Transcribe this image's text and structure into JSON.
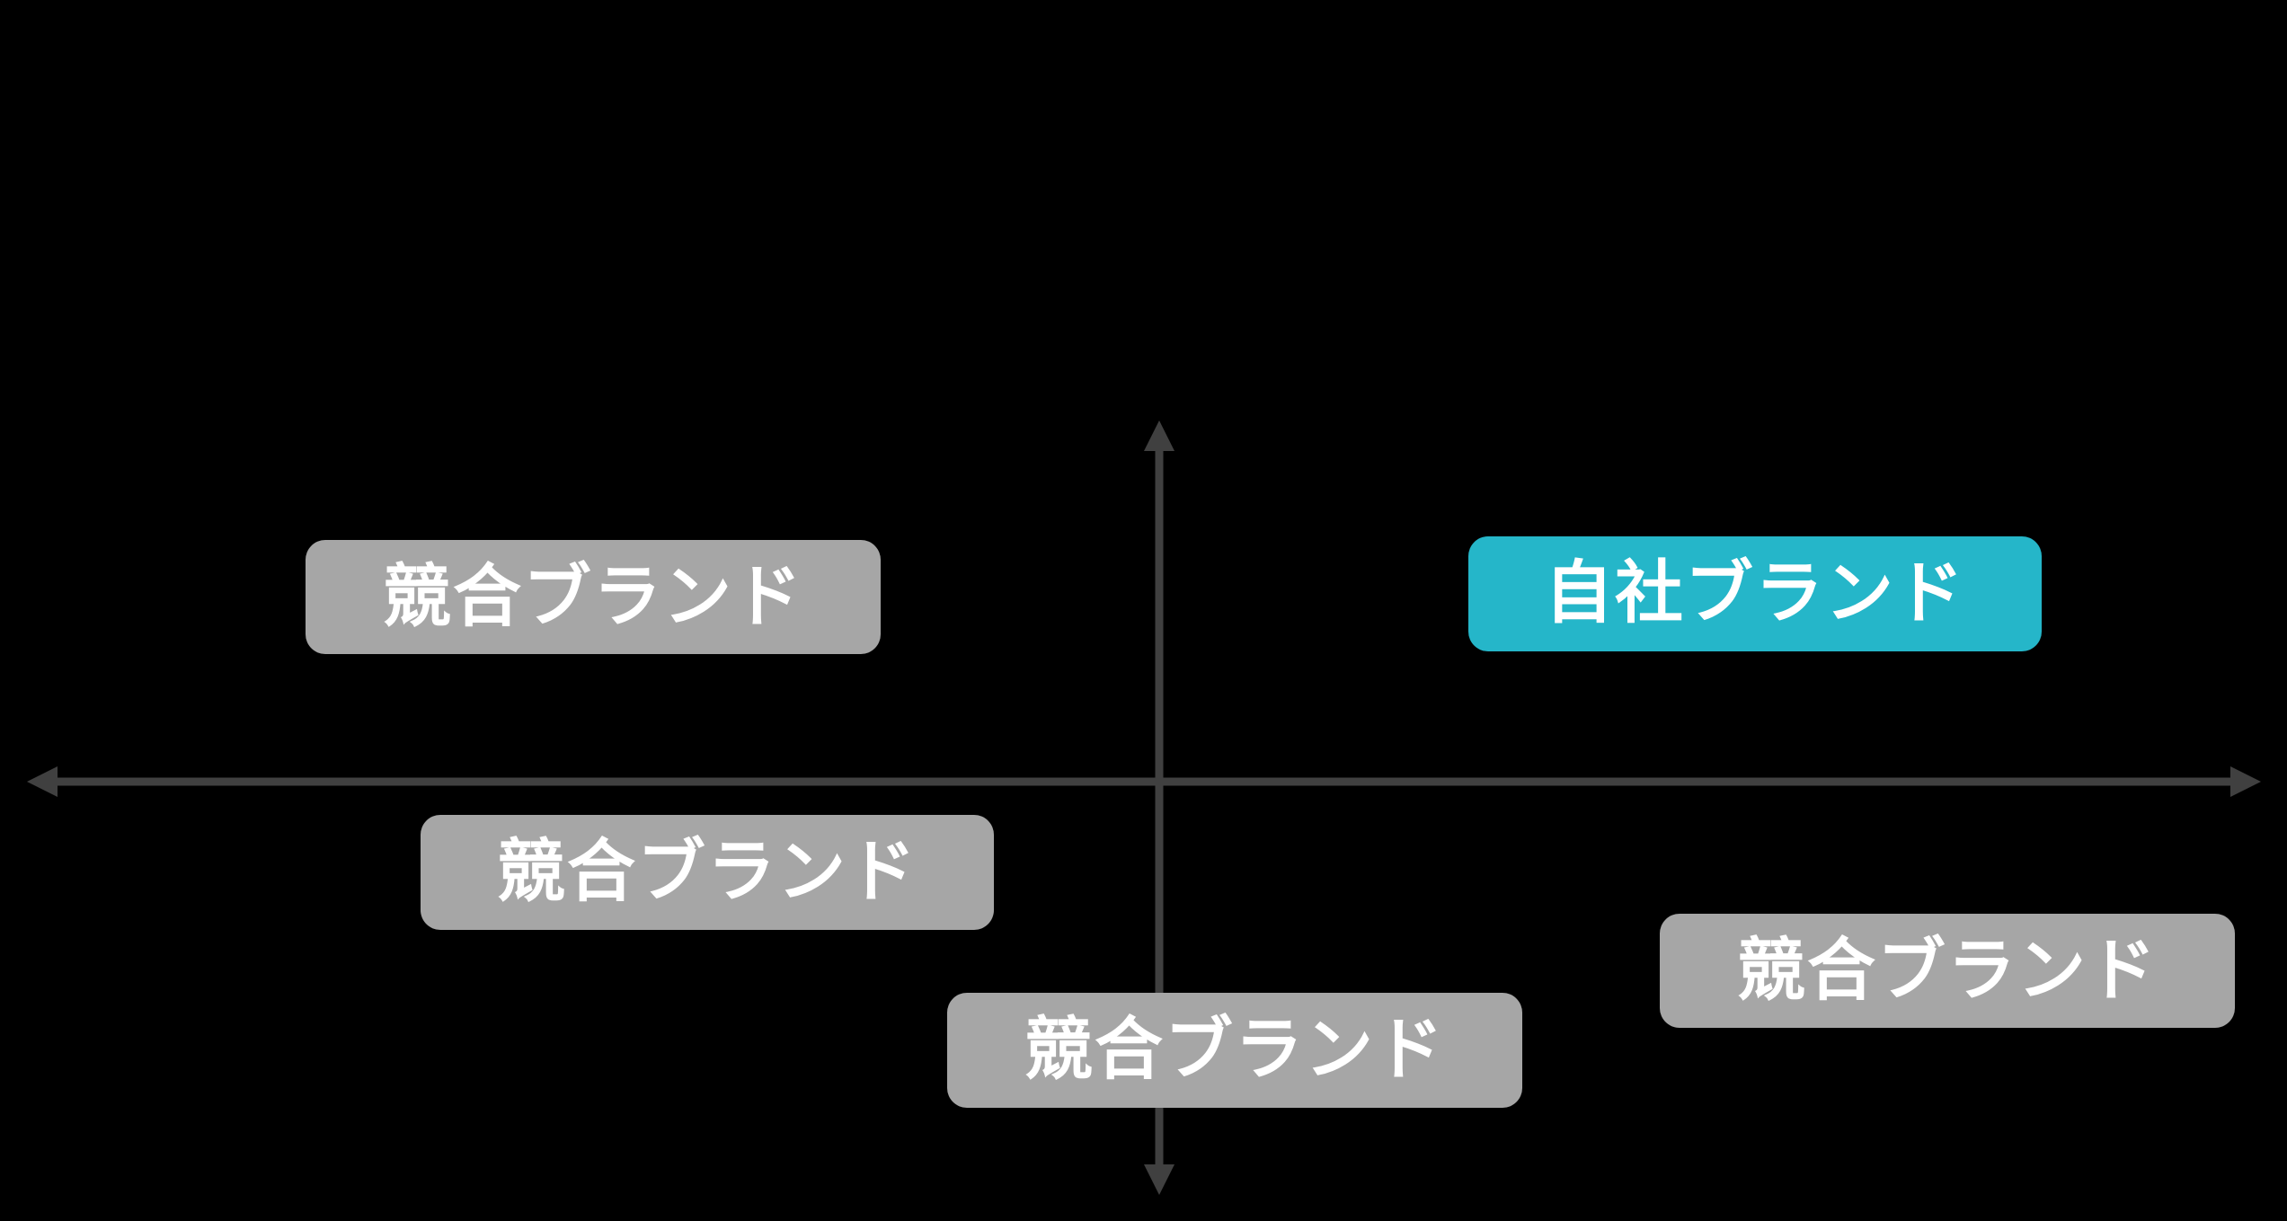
{
  "diagram": {
    "type": "positioning-map",
    "background_color": "#000000",
    "axes": {
      "color": "#404040",
      "shape": "cross-with-four-arrowheads"
    },
    "colors": {
      "competitor_fill": "#A6A6A6",
      "own_brand_fill": "#25B6C9",
      "label_text": "#FFFFFF"
    },
    "boxes": [
      {
        "label": "競合ブランド",
        "role": "competitor-brand",
        "position": "upper-left",
        "fill": "#A6A6A6",
        "text_color": "#FFFFFF"
      },
      {
        "label": "自社ブランド",
        "role": "own-brand",
        "position": "upper-right",
        "fill": "#25B6C9",
        "text_color": "#FFFFFF"
      },
      {
        "label": "競合ブランド",
        "role": "competitor-brand",
        "position": "lower-left",
        "fill": "#A6A6A6",
        "text_color": "#FFFFFF"
      },
      {
        "label": "競合ブランド",
        "role": "competitor-brand",
        "position": "lower-center",
        "fill": "#A6A6A6",
        "text_color": "#FFFFFF"
      },
      {
        "label": "競合ブランド",
        "role": "competitor-brand",
        "position": "lower-right",
        "fill": "#A6A6A6",
        "text_color": "#FFFFFF"
      }
    ]
  }
}
